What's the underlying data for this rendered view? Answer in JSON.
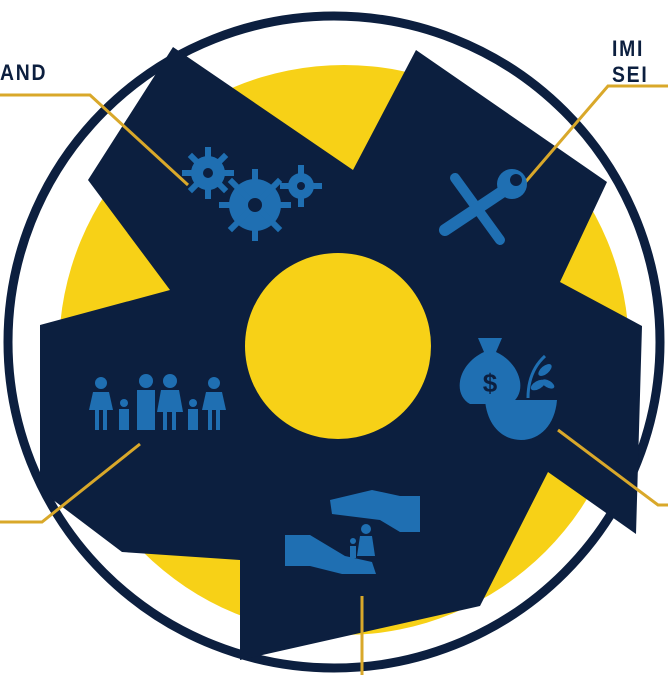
{
  "labels": {
    "top_left": "AND",
    "top_right_line1": "IMI",
    "top_right_line2": "SEI"
  },
  "colors": {
    "navy": "#0c1f3f",
    "icon_blue": "#1f6fb2",
    "yellow": "#f7d117",
    "ring": "#0c1f3f",
    "connector": "#d9a82a"
  },
  "icons": [
    "gears-icon",
    "tools-icon",
    "family-icon",
    "money-bag-plant-icon",
    "caring-hands-icon"
  ]
}
